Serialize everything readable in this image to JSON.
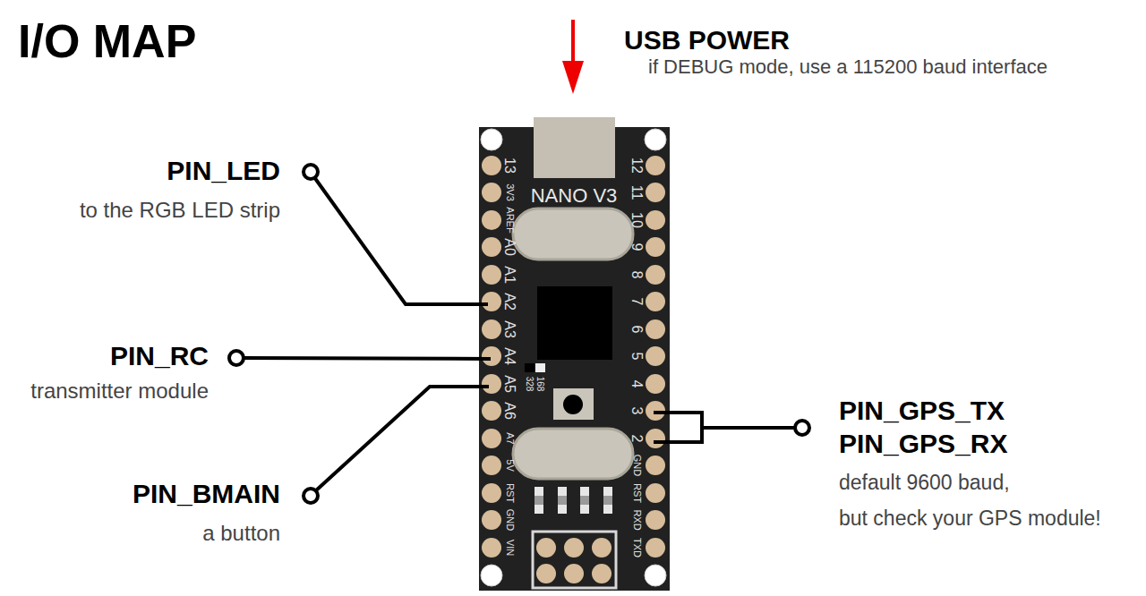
{
  "diagram": {
    "title": "I/O MAP",
    "nodes": [
      {
        "text": [
          "NANO V3"
        ]
      }
    ],
    "labels": [
      "USB POWER",
      "if DEBUG mode, use a 115200 baud interface",
      "PIN_LED",
      "to the RGB LED strip",
      "PIN_RC",
      "transmitter module",
      "PIN_BMAIN",
      "a button",
      "PIN_GPS_TX",
      "PIN_GPS_RX",
      "default 9600 baud,",
      "but check your GPS module!",
      "13",
      "3V3",
      "AREF",
      "A0",
      "A1",
      "A2",
      "A3",
      "A4",
      "A5",
      "A6",
      "A7",
      "5V",
      "RST",
      "GND",
      "VIN",
      "12",
      "11",
      "10",
      "9",
      "8",
      "7",
      "6",
      "5",
      "4",
      "3",
      "2",
      "GND",
      "RST",
      "RXD",
      "TXD",
      "168",
      "328"
    ]
  }
}
